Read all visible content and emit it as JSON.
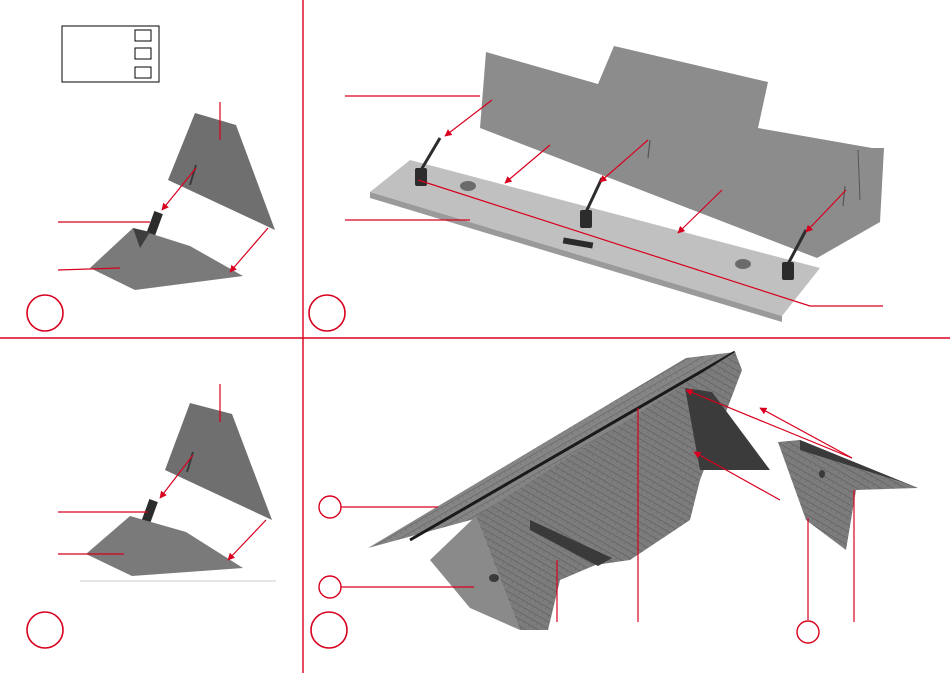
{
  "colors": {
    "callout": "#d8001e",
    "part_dark": "#6e6e6e",
    "part_mid": "#8a8a8a",
    "part_light": "#b8b8b8",
    "roof_shingle": "#7a7a7a",
    "roof_shadow": "#3a3a3a",
    "rule": "#d8001e",
    "frame": "#000000"
  },
  "panels": [
    {
      "name": "top-left",
      "step_badge": ""
    },
    {
      "name": "top-right",
      "step_badge": ""
    },
    {
      "name": "bottom-left",
      "step_badge": ""
    },
    {
      "name": "bottom-right",
      "step_badge": ""
    }
  ],
  "legend": {
    "rows": [
      "",
      "",
      ""
    ]
  },
  "icons": [
    "hinge-bracket-icon",
    "roof-panel-icon",
    "gable-panel-icon"
  ]
}
